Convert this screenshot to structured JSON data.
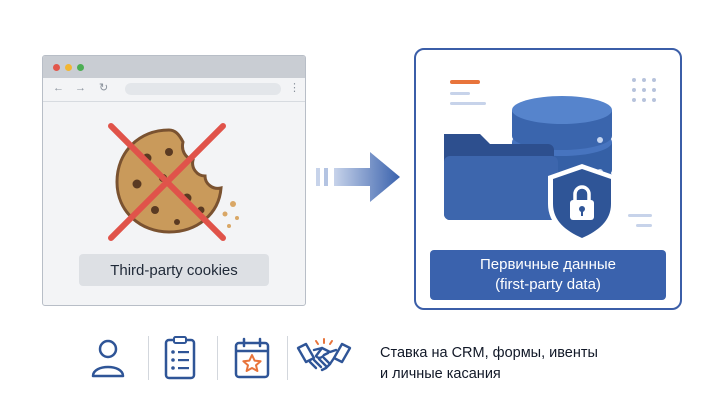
{
  "left_panel": {
    "label": "Third-party cookies"
  },
  "right_panel": {
    "label_line1": "Первичные данные",
    "label_line2": "(first-party data)"
  },
  "bottom": {
    "line1": "Ставка на CRM, формы, ивенты",
    "line2": "и личные касания",
    "icons": [
      "user-icon",
      "checklist-icon",
      "calendar-star-icon",
      "handshake-icon"
    ]
  },
  "colors": {
    "accent_blue": "#3a62ad",
    "cross_red": "#e0534a",
    "cookie": "#c99a5b",
    "orange_accent": "#e8743b"
  }
}
